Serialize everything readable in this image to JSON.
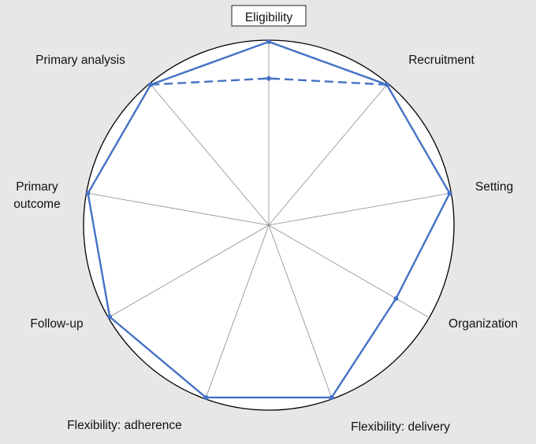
{
  "chart_data": {
    "type": "radar",
    "axes": [
      {
        "label": "Eligibility",
        "boxed": true
      },
      {
        "label": "Recruitment"
      },
      {
        "label": "Setting"
      },
      {
        "label": "Organization"
      },
      {
        "label": "Flexibility: delivery"
      },
      {
        "label": "Flexibility: adherence"
      },
      {
        "label": "Follow-up"
      },
      {
        "label": "Primary outcome",
        "lines": [
          "Primary",
          "outcome"
        ]
      },
      {
        "label": "Primary analysis"
      }
    ],
    "rlim": [
      0,
      5
    ],
    "series": [
      {
        "style": "solid",
        "color": "#4472c4",
        "values": [
          5,
          5,
          5,
          4,
          5,
          5,
          5,
          5,
          5
        ]
      },
      {
        "style": "dashed",
        "color": "#4472c4",
        "segment": [
          "Primary analysis",
          "Eligibility",
          "Recruitment"
        ],
        "values": [
          5,
          4,
          5
        ]
      }
    ],
    "gridlines": "spokes",
    "outer_circle": true
  }
}
